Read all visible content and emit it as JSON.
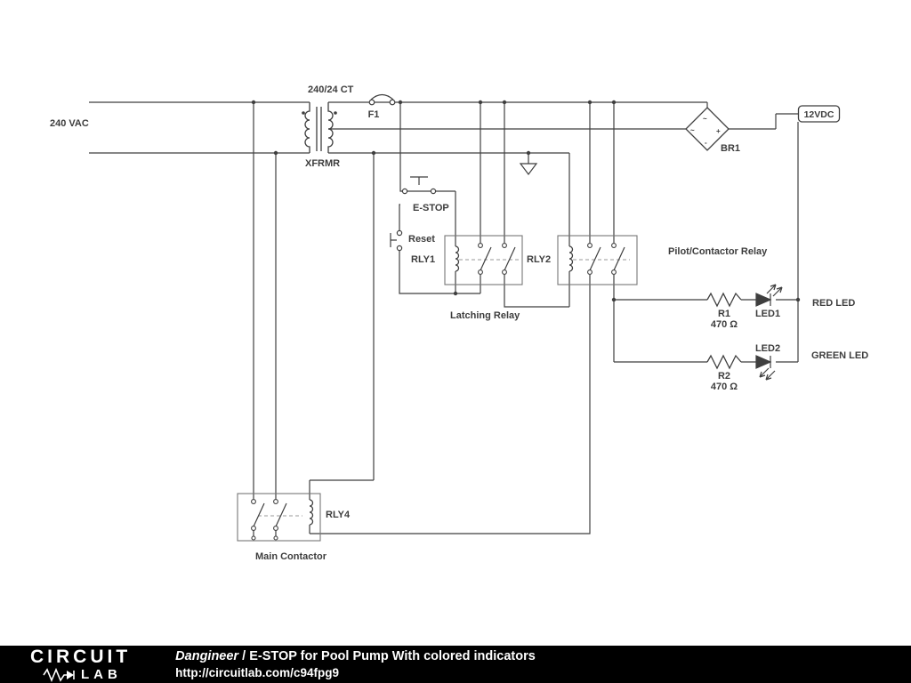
{
  "schematic": {
    "stroke_color": "#3f3f3f",
    "labels": {
      "vac": "240 VAC",
      "ct": "240/24 CT",
      "xfrmr": "XFRMR",
      "f1": "F1",
      "estop": "E-STOP",
      "reset": "Reset",
      "rly1": "RLY1",
      "rly2": "RLY2",
      "latching": "Latching Relay",
      "pilot": "Pilot/Contactor Relay",
      "br1": "BR1",
      "vdc": "12VDC",
      "r1": "R1",
      "r1_value": "470 Ω",
      "led1": "LED1",
      "red_led": "RED LED",
      "r2": "R2",
      "r2_value": "470 Ω",
      "led2": "LED2",
      "green_led": "GREEN LED",
      "rly4": "RLY4",
      "main_contactor": "Main Contactor",
      "bridge_ac_top": "~",
      "bridge_ac_left": "~",
      "bridge_plus": "+",
      "bridge_minus": "-"
    }
  },
  "footer": {
    "logo_line1": "CIRCUIT",
    "logo_line2": "LAB",
    "author": "Dangineer",
    "divider": " / ",
    "title": "E-STOP for Pool Pump With colored indicators",
    "url": "http://circuitlab.com/c94fpg9",
    "bg": "#000000"
  }
}
